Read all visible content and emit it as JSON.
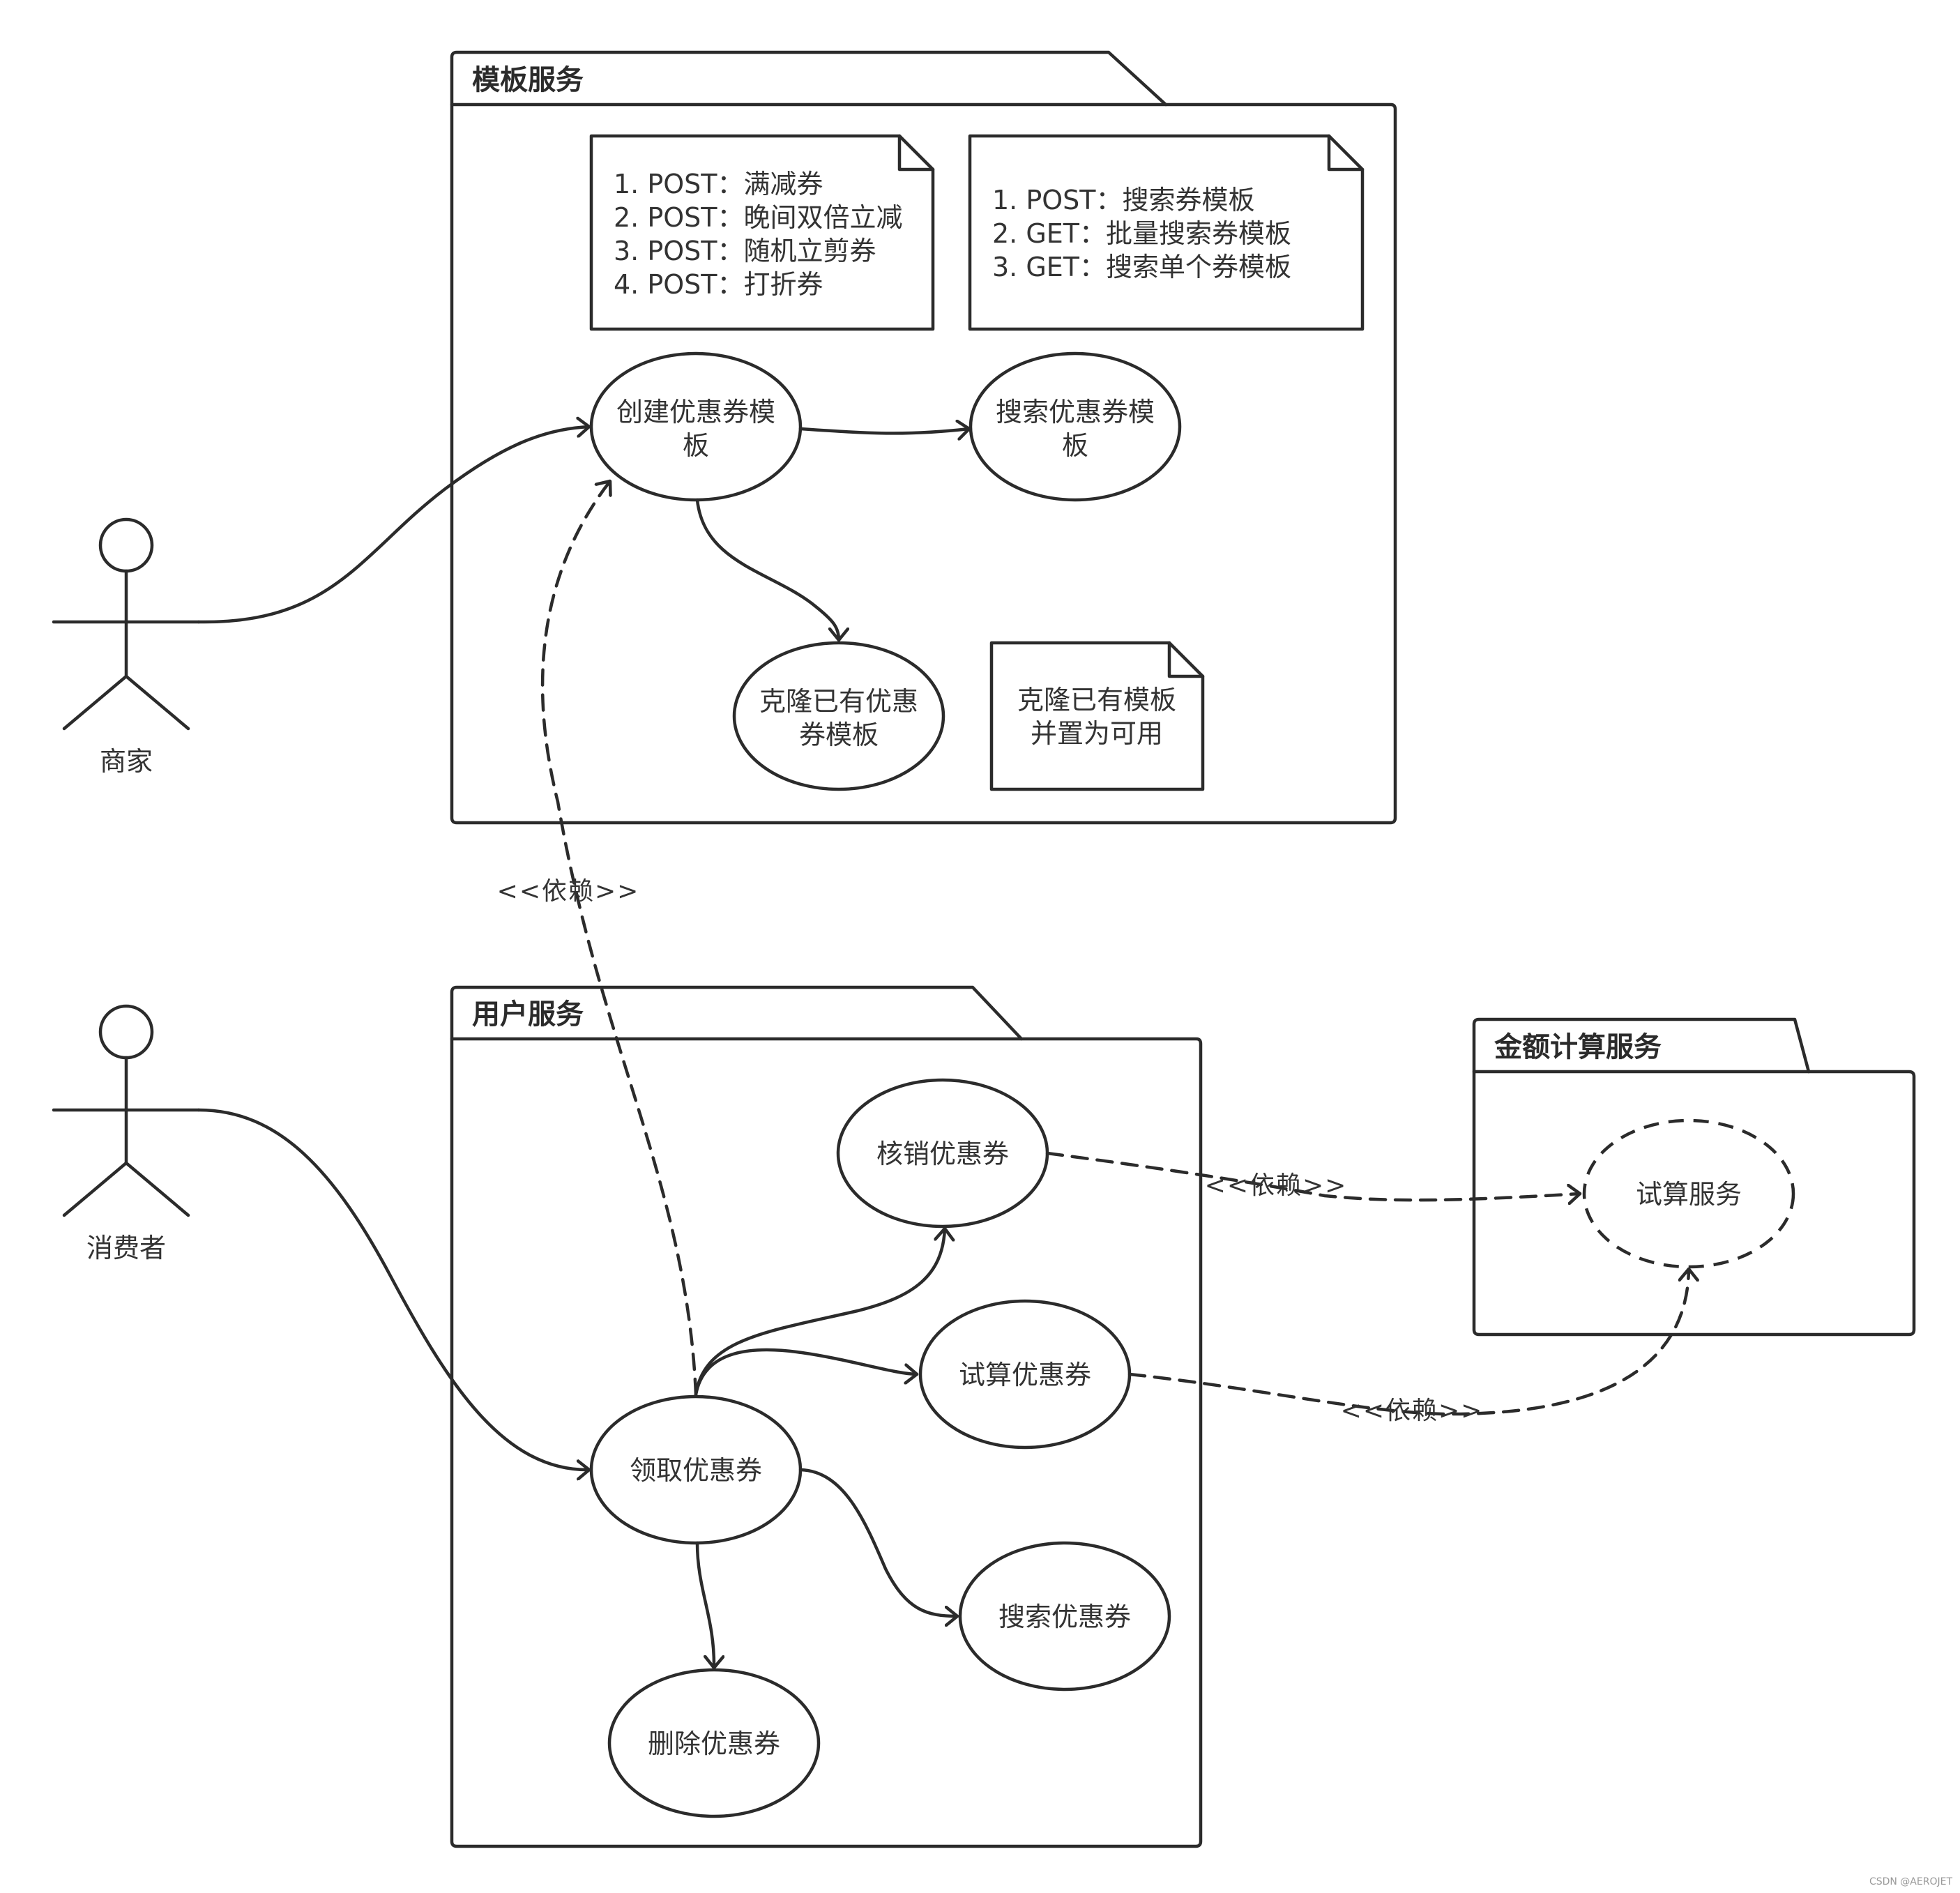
{
  "packages": {
    "template_service": {
      "title": "模板服务"
    },
    "user_service": {
      "title": "用户服务"
    },
    "amount_service": {
      "title": "金额计算服务"
    }
  },
  "actors": {
    "merchant": "商家",
    "consumer": "消费者"
  },
  "use_cases": {
    "create_template": [
      "创建优惠券模",
      "板"
    ],
    "search_template": [
      "搜索优惠券模",
      "板"
    ],
    "clone_template": [
      "克隆已有优惠",
      "券模板"
    ],
    "redeem_coupon": [
      "核销优惠券"
    ],
    "trial_coupon": [
      "试算优惠券"
    ],
    "claim_coupon": [
      "领取优惠券"
    ],
    "search_coupon": [
      "搜索优惠券"
    ],
    "delete_coupon": [
      "删除优惠券"
    ],
    "trial_service": [
      "试算服务"
    ]
  },
  "notes": {
    "create_apis": [
      "1. POST：满减券",
      "2. POST：晚间双倍立减",
      "3. POST：随机立剪券",
      "4. POST：打折券"
    ],
    "search_apis": [
      "1. POST：搜索券模板",
      "2. GET：批量搜索券模板",
      "3. GET：搜索单个券模板"
    ],
    "clone_note": [
      "克隆已有模板",
      "并置为可用"
    ]
  },
  "stereotypes": {
    "claim_to_create": "<<依赖>>",
    "redeem_to_trial_service": "<<依赖>>",
    "trial_to_trial_service": "<<依赖>>"
  },
  "watermark": "CSDN @AEROJET"
}
